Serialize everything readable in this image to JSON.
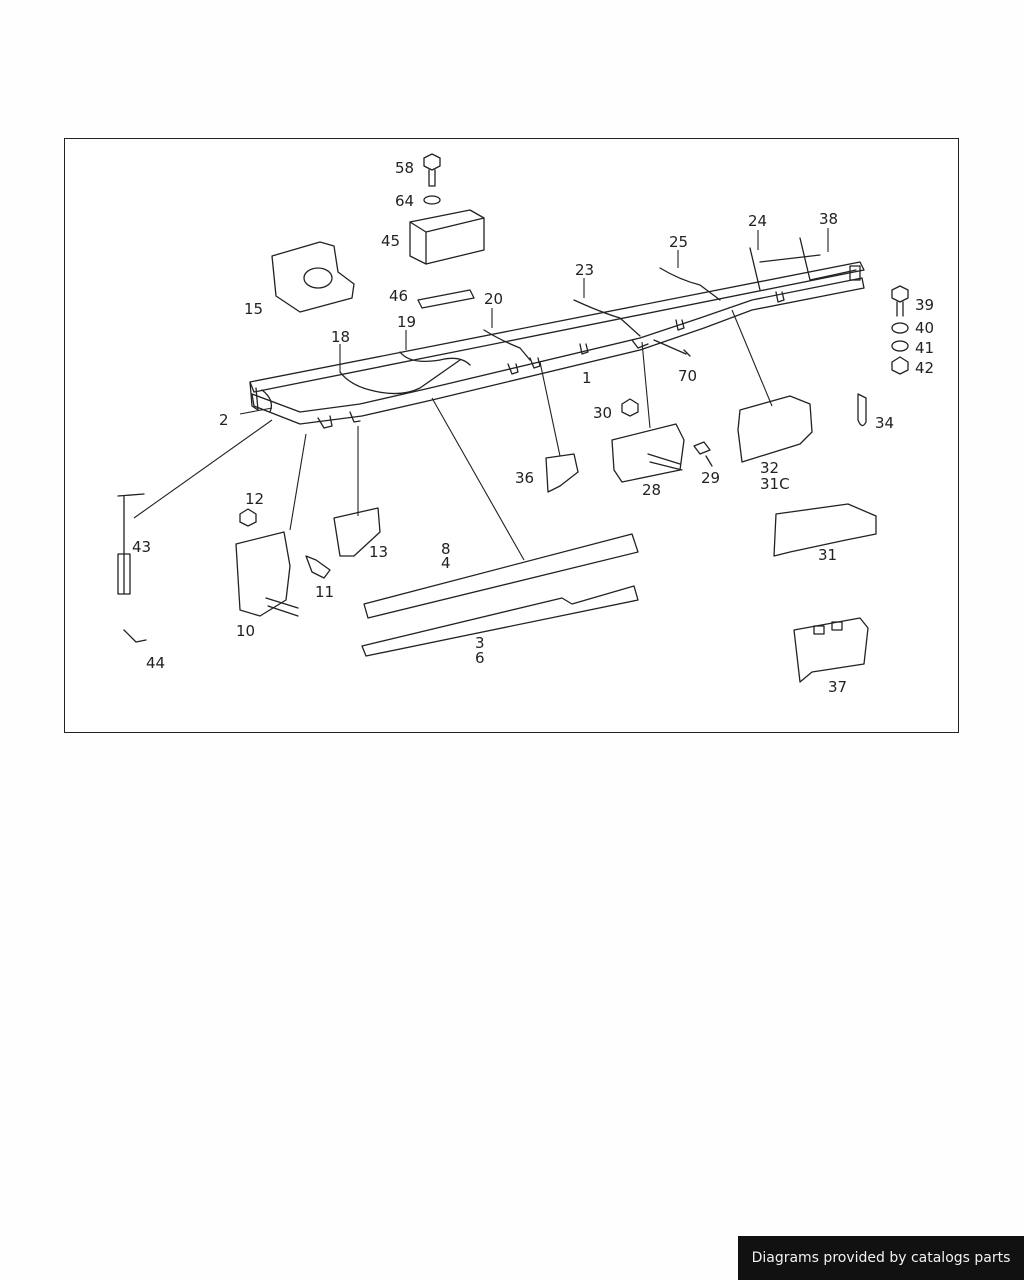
{
  "diagram": {
    "labels": [
      {
        "id": "58",
        "text": "58"
      },
      {
        "id": "64",
        "text": "64"
      },
      {
        "id": "45",
        "text": "45"
      },
      {
        "id": "15",
        "text": "15"
      },
      {
        "id": "46",
        "text": "46"
      },
      {
        "id": "18",
        "text": "18"
      },
      {
        "id": "19",
        "text": "19"
      },
      {
        "id": "20",
        "text": "20"
      },
      {
        "id": "23",
        "text": "23"
      },
      {
        "id": "25",
        "text": "25"
      },
      {
        "id": "24",
        "text": "24"
      },
      {
        "id": "38",
        "text": "38"
      },
      {
        "id": "39",
        "text": "39"
      },
      {
        "id": "40",
        "text": "40"
      },
      {
        "id": "41",
        "text": "41"
      },
      {
        "id": "42",
        "text": "42"
      },
      {
        "id": "2",
        "text": "2"
      },
      {
        "id": "1",
        "text": "1"
      },
      {
        "id": "70",
        "text": "70"
      },
      {
        "id": "30",
        "text": "30"
      },
      {
        "id": "34",
        "text": "34"
      },
      {
        "id": "36",
        "text": "36"
      },
      {
        "id": "28",
        "text": "28"
      },
      {
        "id": "29",
        "text": "29"
      },
      {
        "id": "32",
        "text": "32"
      },
      {
        "id": "31C",
        "text": "31C"
      },
      {
        "id": "12",
        "text": "12"
      },
      {
        "id": "43",
        "text": "43"
      },
      {
        "id": "13",
        "text": "13"
      },
      {
        "id": "8",
        "text": "8"
      },
      {
        "id": "4",
        "text": "4"
      },
      {
        "id": "11",
        "text": "11"
      },
      {
        "id": "31",
        "text": "31"
      },
      {
        "id": "10",
        "text": "10"
      },
      {
        "id": "3",
        "text": "3"
      },
      {
        "id": "6",
        "text": "6"
      },
      {
        "id": "44",
        "text": "44"
      },
      {
        "id": "37",
        "text": "37"
      }
    ]
  },
  "footer": {
    "text": "Diagrams provided by catalogs parts"
  }
}
